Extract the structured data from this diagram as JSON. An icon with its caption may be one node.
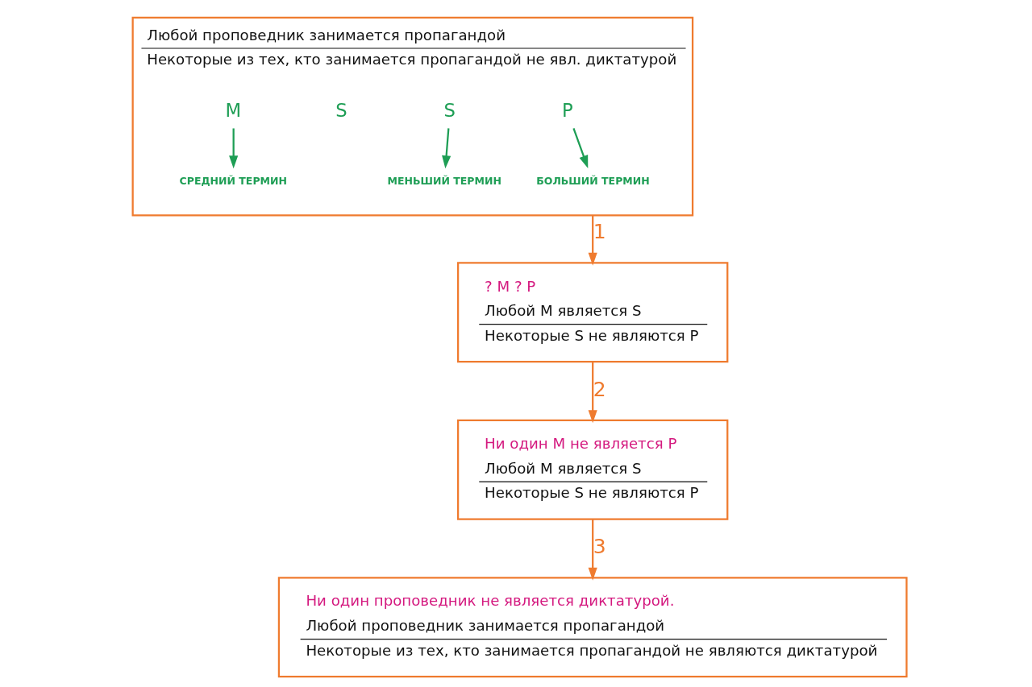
{
  "diagram": {
    "nodes": [
      {
        "text": [
          "Любой проповедник занимается пропагандой",
          "Некоторые из тех, кто занимается пропагандой не явл. диктатурой"
        ]
      },
      {
        "text": [
          "СРЕДНИЙ ТЕРМИН"
        ],
        "in": 0
      },
      {
        "text": [
          "M"
        ],
        "in": 0
      },
      {
        "text": [
          "S"
        ],
        "in": 0
      },
      {
        "text": [
          "P"
        ],
        "in": 0
      },
      {
        "text": [
          "МЕНЬШИЙ ТЕРМИН"
        ],
        "in": 0
      },
      {
        "text": [
          "БОЛЬШИЙ ТЕРМИН"
        ],
        "in": 0
      },
      {
        "text": [
          "? M ? P",
          "Любой M является S",
          "Некоторые S не являются P"
        ]
      },
      {
        "text": [
          "Ни один M не является P",
          "Любой M является S",
          "Некоторые S не являются P"
        ]
      },
      {
        "text": [
          "Ни один проповедник не является диктатурой.",
          "Любой проповедник занимается пропагандой",
          "Некоторые из тех, кто занимается пропагандой не являются диктатурой"
        ]
      }
    ],
    "edges": [
      {
        "from": 2,
        "to": 1,
        "arrow": "to",
        "color": "#1e9e55"
      },
      {
        "from": 3,
        "to": 5,
        "arrow": "to",
        "color": "#1e9e55"
      },
      {
        "from": 4,
        "to": 6,
        "arrow": "to",
        "color": "#1e9e55"
      },
      {
        "from": 0,
        "to": 7,
        "arrow": "to",
        "label": "1",
        "color": "#ef7b2f"
      },
      {
        "from": 7,
        "to": 8,
        "arrow": "to",
        "label": "2",
        "color": "#ef7b2f"
      },
      {
        "from": 8,
        "to": 9,
        "arrow": "to",
        "label": "3",
        "color": "#ef7b2f"
      }
    ],
    "labels": [
      "S"
    ]
  }
}
